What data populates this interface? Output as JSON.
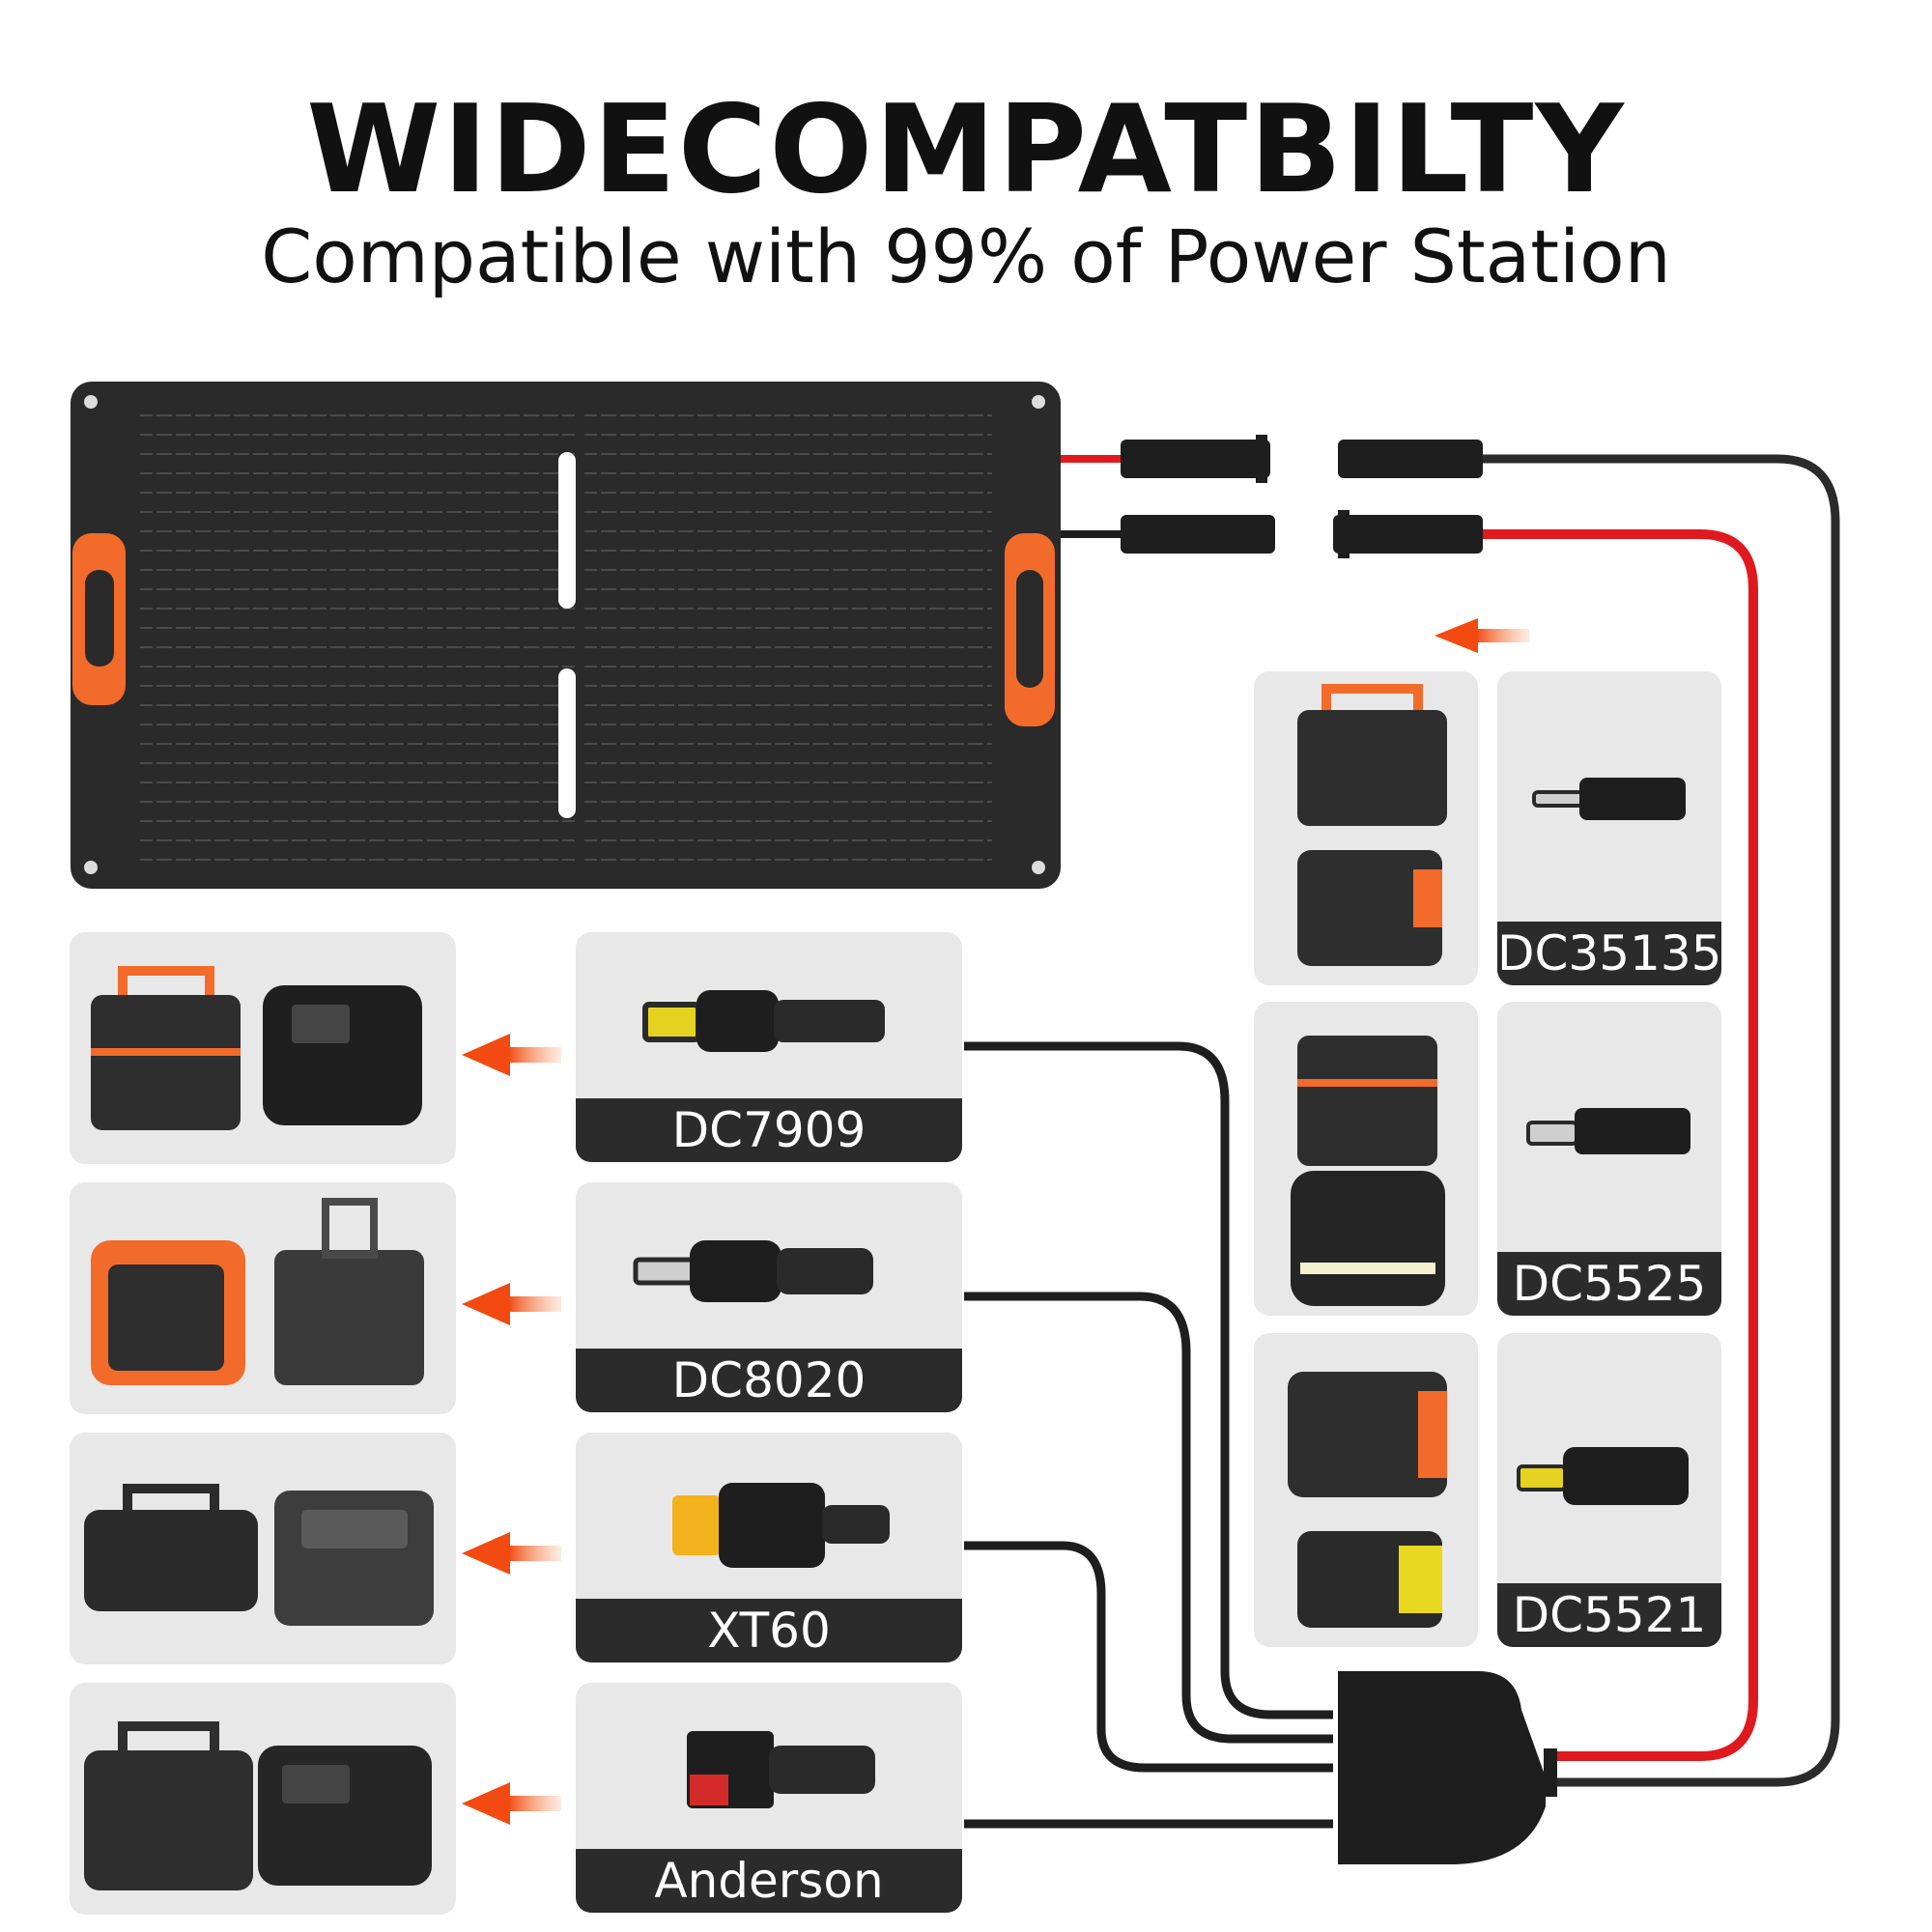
{
  "header": {
    "title": "WIDECOMPATBILTY",
    "subtitle": "Compatible with 99% of Power Station"
  },
  "connectors": {
    "left": [
      {
        "label": "DC7909"
      },
      {
        "label": "DC8020"
      },
      {
        "label": "XT60"
      },
      {
        "label": "Anderson"
      }
    ],
    "right": [
      {
        "label": "DC35135"
      },
      {
        "label": "DC5525"
      },
      {
        "label": "DC5521"
      }
    ]
  },
  "colors": {
    "panel": "#2a2a2a",
    "accent_orange": "#f26b2a",
    "wire_red": "#e0191f",
    "wire_black": "#1e1e1e",
    "tile_bg": "#e8e8e8",
    "label_bg": "#2b2b2b"
  }
}
